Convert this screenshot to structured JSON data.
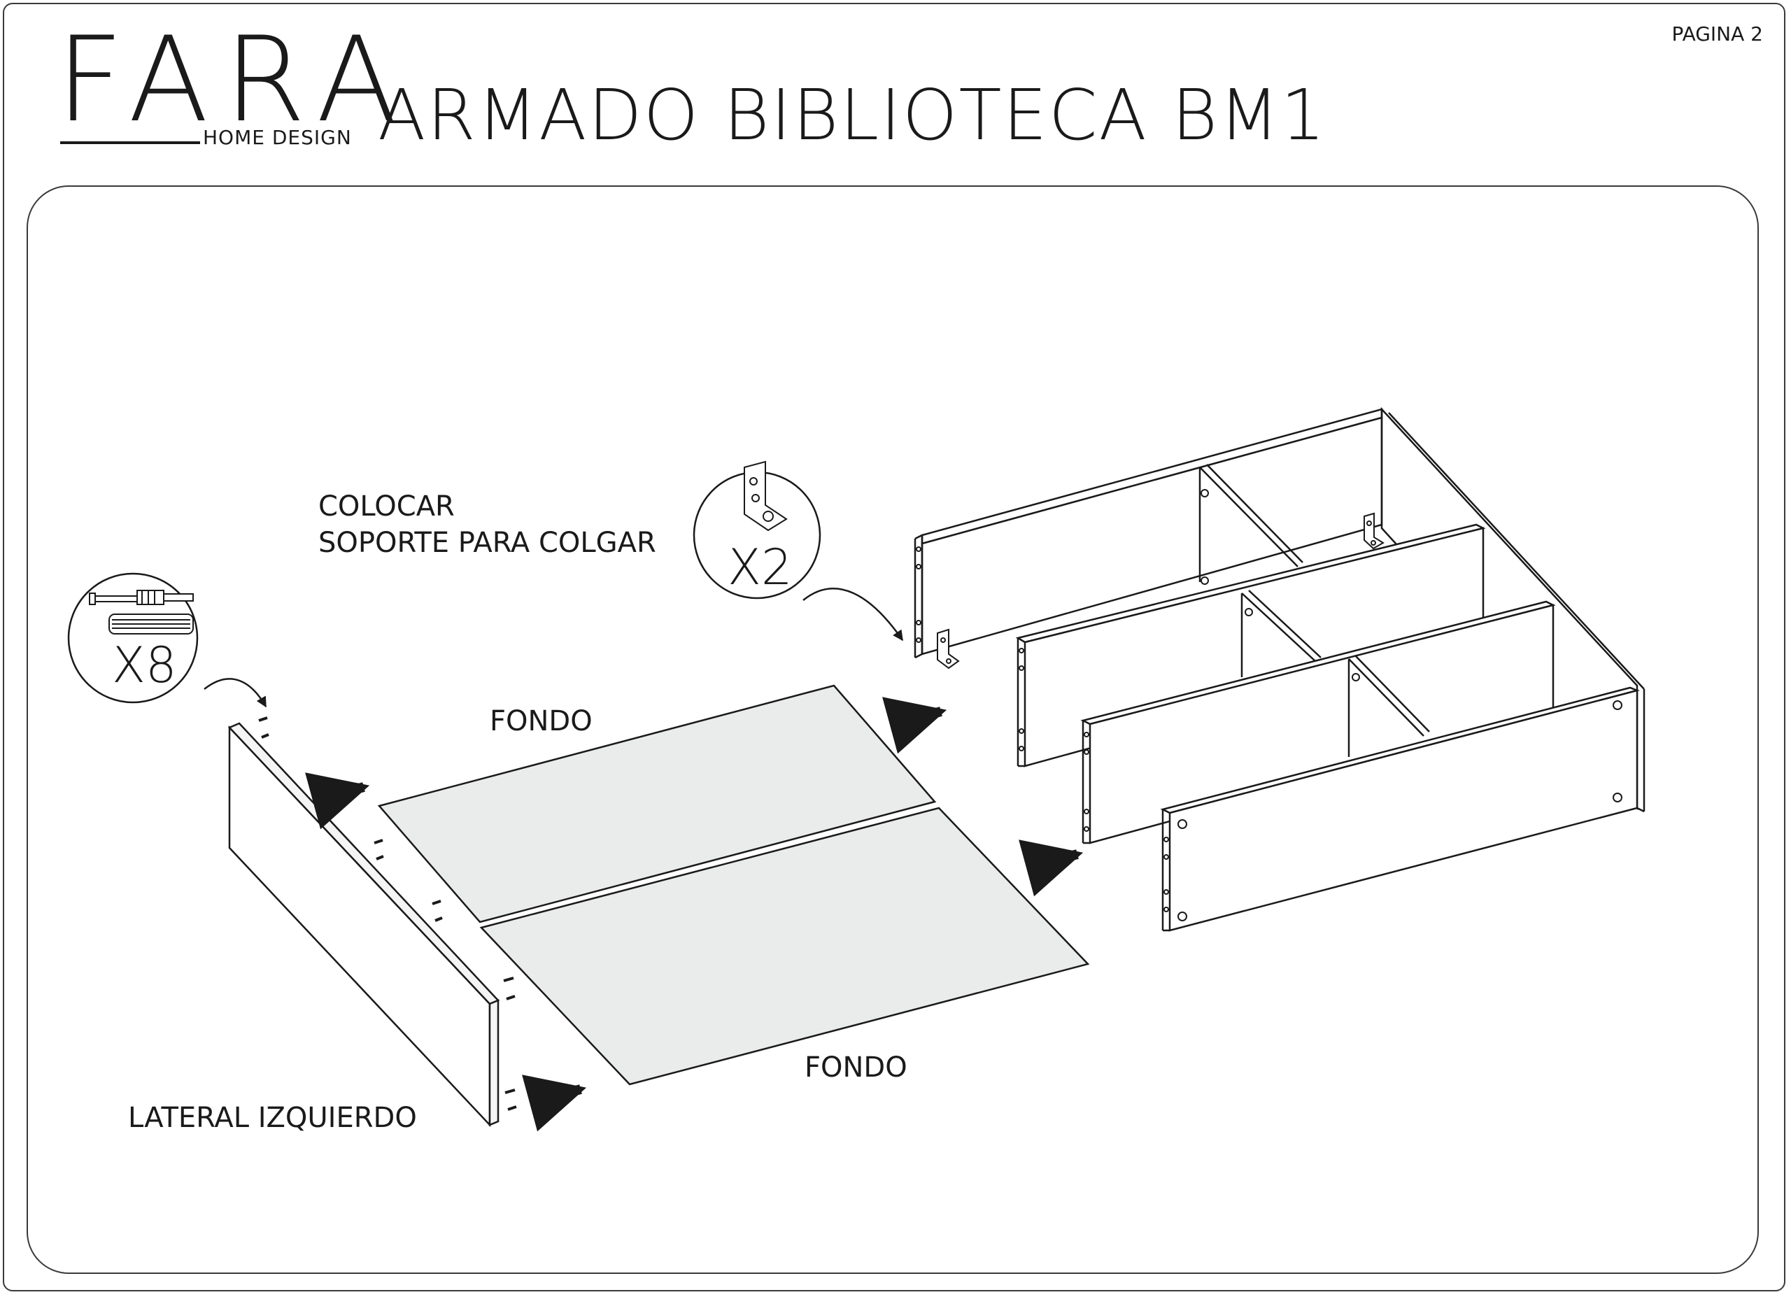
{
  "header": {
    "brand": "FARA",
    "brand_sub": "HOME DESIGN",
    "title": "ARMADO BIBLIOTECA BM1",
    "page": "PAGINA 2"
  },
  "labels": {
    "instruction_line1": "COLOCAR",
    "instruction_line2": "SOPORTE PARA COLGAR",
    "fondo_top": "FONDO",
    "fondo_bottom": "FONDO",
    "lateral_izquierdo": "LATERAL IZQUIERDO"
  },
  "callouts": {
    "hardware_kit": {
      "count": "X8",
      "icon": "screw-and-dowel-icon"
    },
    "hanging_bracket": {
      "count": "X2",
      "icon": "l-bracket-icon"
    }
  },
  "colors": {
    "line": "#1a1a1a",
    "back_panel_fill": "#e9ecea",
    "panel_fill": "#ffffff"
  }
}
